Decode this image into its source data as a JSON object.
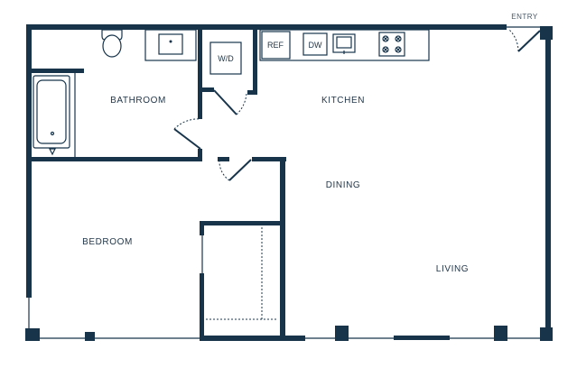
{
  "floor_plan": {
    "rooms": {
      "bathroom": "BATHROOM",
      "kitchen": "KITCHEN",
      "dining": "DINING",
      "bedroom": "BEDROOM",
      "living": "LIVING"
    },
    "appliances": {
      "washer_dryer": "W/D",
      "refrigerator": "REF",
      "dishwasher": "DW"
    },
    "entry": "ENTRY"
  }
}
